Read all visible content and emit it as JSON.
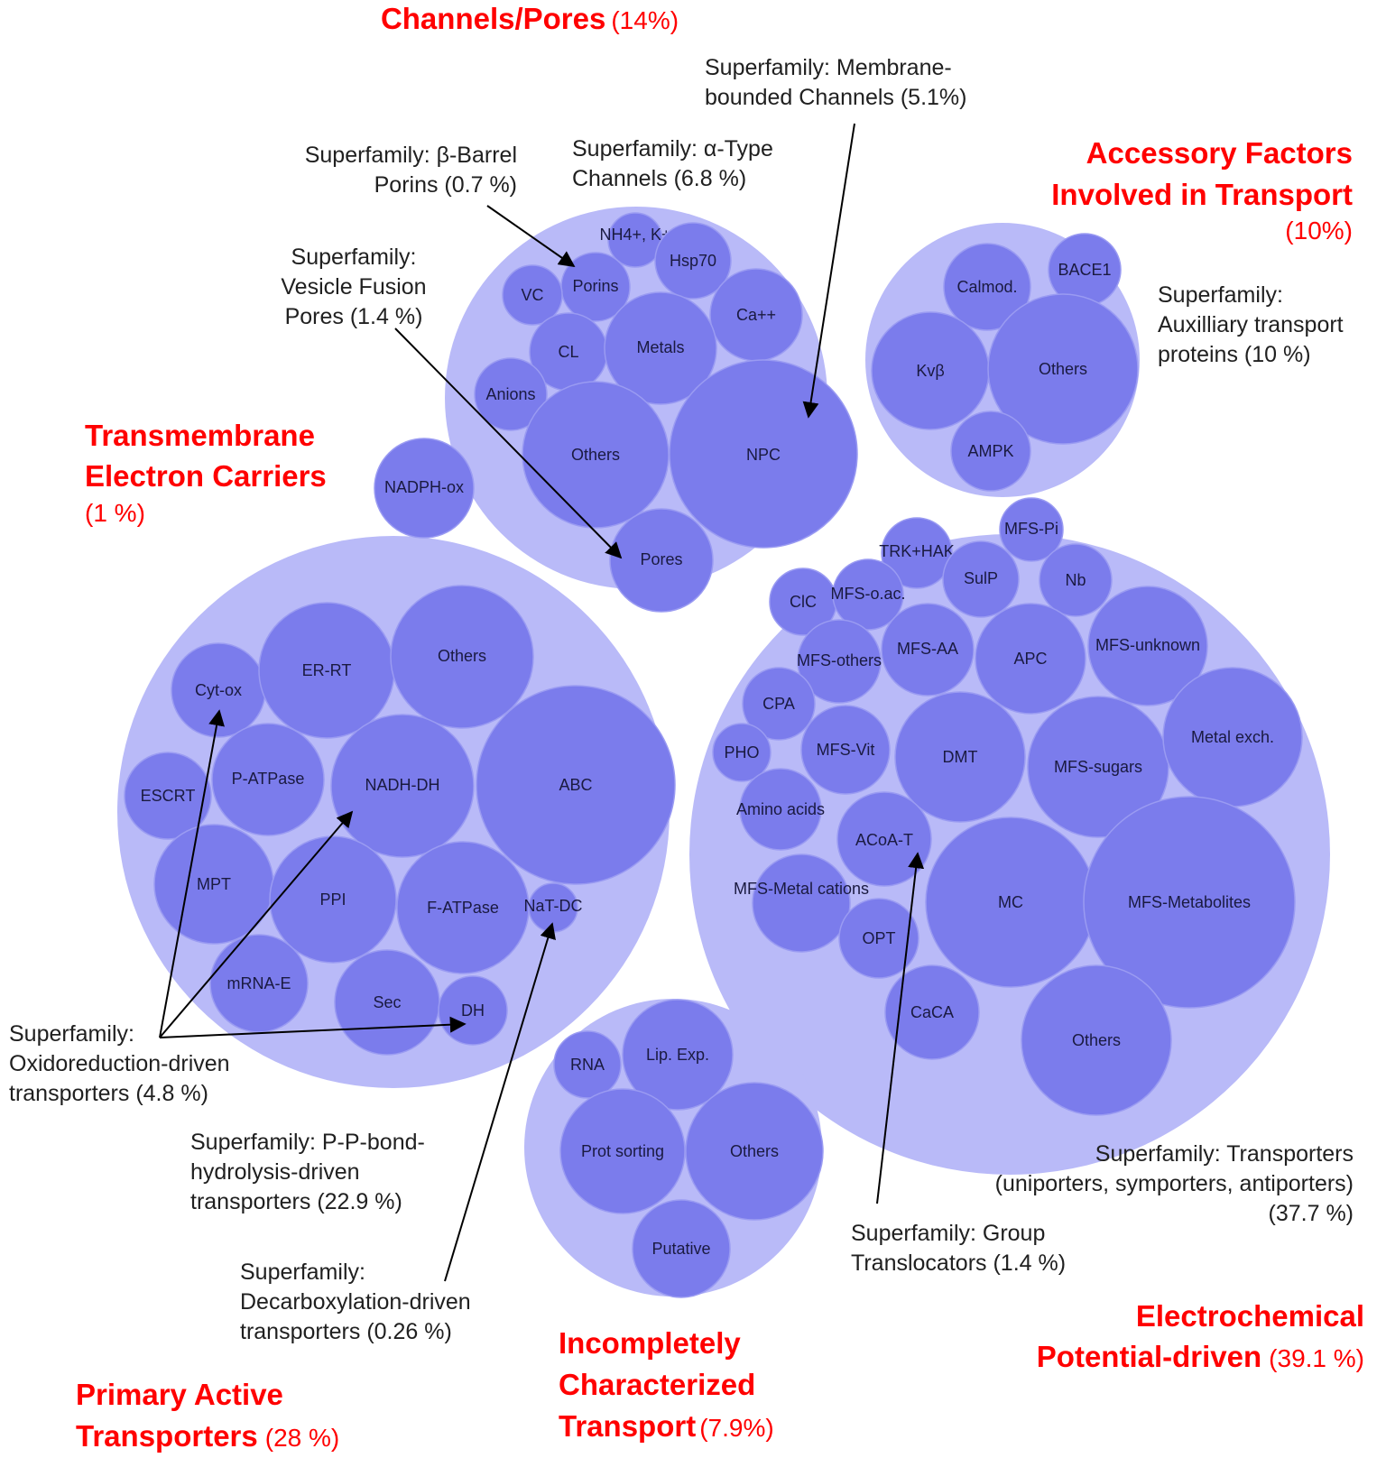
{
  "colors": {
    "outer": "#b9baf8",
    "inner": "#7b7cec",
    "title": "#ff0000"
  },
  "classes": {
    "channels": {
      "title": [
        "Channels/Pores"
      ],
      "pct": "(14%)"
    },
    "accessory": {
      "title": [
        "Accessory Factors",
        "Involved in  Transport"
      ],
      "pct": "(10%)"
    },
    "electron": {
      "title": [
        "Transmembrane",
        "Electron Carriers"
      ],
      "pct": "(1 %)"
    },
    "primary": {
      "title": [
        "Primary Active",
        "Transporters"
      ],
      "pct": "(28 %)"
    },
    "incomplete": {
      "title": [
        "Incompletely",
        "Characterized",
        "Transport"
      ],
      "pct": "(7.9%)"
    },
    "electro": {
      "title": [
        "Electrochemical",
        "Potential-driven"
      ],
      "pct": "(39.1 %)"
    }
  },
  "superfamilies": {
    "membrane_bounded": [
      "Superfamily: Membrane-",
      "bounded Channels (5.1%)"
    ],
    "beta_barrel": [
      "Superfamily: β-Barrel",
      "Porins (0.7 %)"
    ],
    "alpha_type": [
      "Superfamily: α-Type",
      "Channels (6.8 %)"
    ],
    "vesicle_fusion": [
      "Superfamily:",
      "Vesicle Fusion",
      "Pores (1.4 %)"
    ],
    "auxiliary": [
      "Superfamily:",
      "Auxilliary transport",
      "proteins (10 %)"
    ],
    "oxidoreduction": [
      "Superfamily:",
      "Oxidoreduction-driven",
      "transporters (4.8 %)"
    ],
    "pp_bond": [
      "Superfamily: P-P-bond-",
      "hydrolysis-driven",
      "transporters (22.9 %)"
    ],
    "decarboxylation": [
      "Superfamily:",
      "Decarboxylation-driven",
      "transporters (0.26 %)"
    ],
    "transporters": [
      "Superfamily: Transporters",
      "(uniporters, symporters, antiporters)",
      "(37.7 %)"
    ],
    "group_translocators": [
      "Superfamily: Group",
      "Translocators (1.4 %)"
    ]
  },
  "families": {
    "channels": [
      "NH4+, K+",
      "Hsp70",
      "Porins",
      "VC",
      "Ca++",
      "CL",
      "Metals",
      "Anions",
      "Others",
      "NPC",
      "Pores"
    ],
    "accessory": [
      "BACE1",
      "Calmod.",
      "Kvβ",
      "Others",
      "AMPK"
    ],
    "electron": [
      "NADPH-ox"
    ],
    "primary": [
      "Cyt-ox",
      "ER-RT",
      "Others",
      "ESCRT",
      "P-ATPase",
      "NADH-DH",
      "ABC",
      "MPT",
      "PPI",
      "F-ATPase",
      "NaT-DC",
      "mRNA-E",
      "Sec",
      "DH"
    ],
    "incomplete": [
      "RNA",
      "Lip. Exp.",
      "Prot sorting",
      "Others",
      "Putative"
    ],
    "electro": [
      "MFS-Pi",
      "TRK+HAK",
      "SulP",
      "Nb",
      "ClC",
      "MFS-o.ac.",
      "MFS-AA",
      "APC",
      "MFS-unknown",
      "MFS-others",
      "CPA",
      "MFS-Vit",
      "DMT",
      "MFS-sugars",
      "Metal exch.",
      "PHO",
      "Amino acids",
      "ACoA-T",
      "MFS-Metal cations",
      "MC",
      "MFS-Metabolites",
      "OPT",
      "CaCA",
      "Others"
    ]
  }
}
